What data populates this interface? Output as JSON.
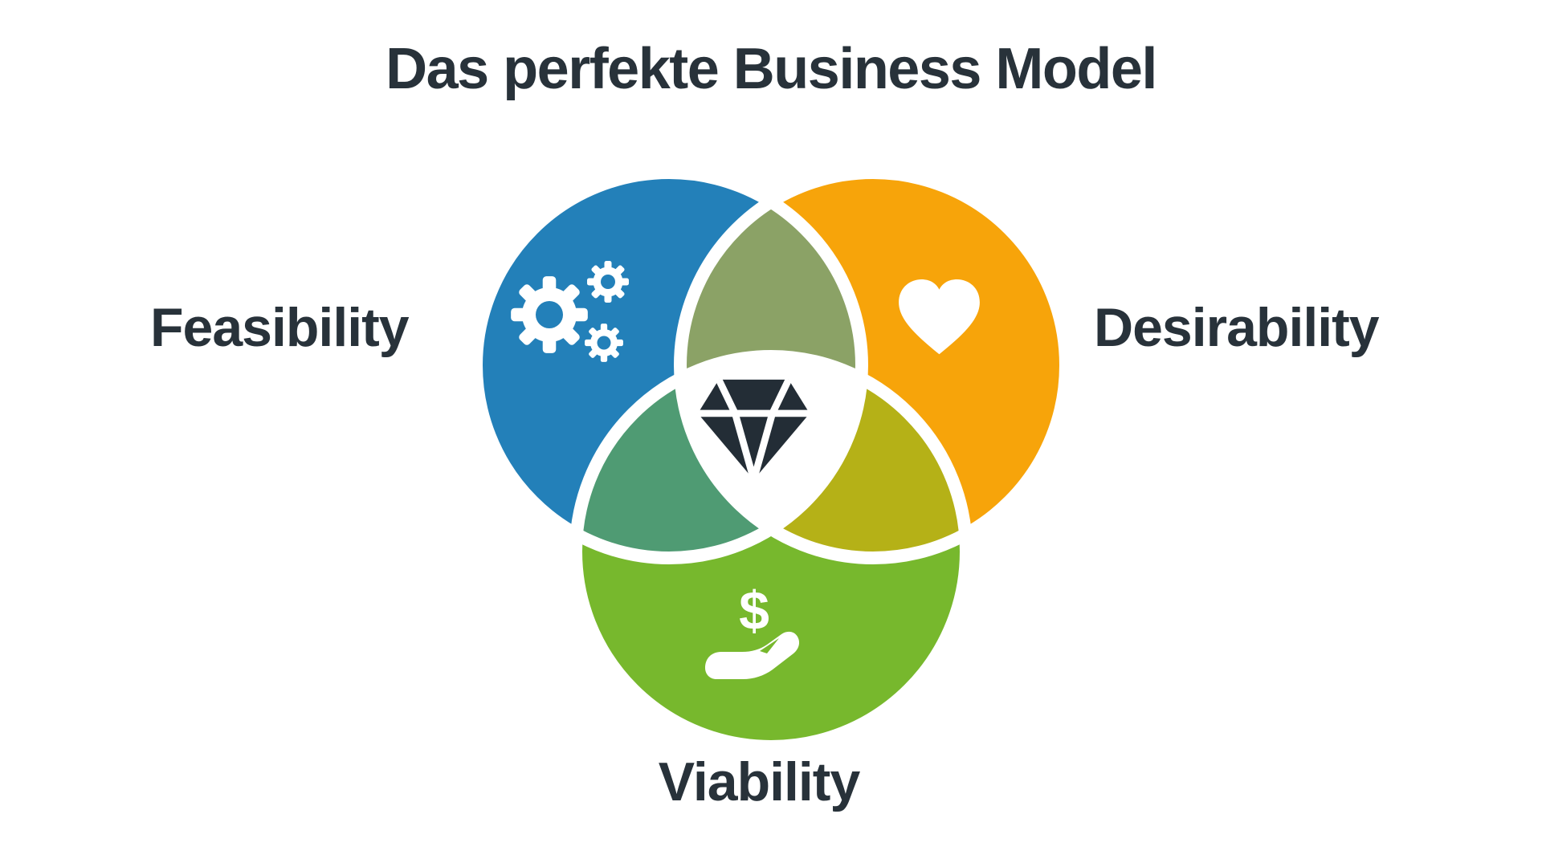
{
  "title": "Das perfekte Business Model",
  "circles": {
    "feasibility": {
      "label": "Feasibility",
      "icon": "gears-icon"
    },
    "desirability": {
      "label": "Desirability",
      "icon": "heart-icon"
    },
    "viability": {
      "label": "Viability",
      "icon": "hand-holding-dollar-icon",
      "currency_symbol": "$"
    },
    "center": {
      "icon": "diamond-icon"
    }
  },
  "colors": {
    "feasibility": "#2380B9",
    "desirability": "#F7A40A",
    "viability": "#77B82D",
    "overlap_feasibility_desirability": "#8BA266",
    "overlap_feasibility_viability": "#4F9B73",
    "overlap_desirability_viability": "#B5B117",
    "center": "#FFFFFF",
    "icons": "#FFFFFF",
    "diamond": "#232D36",
    "text": "#28323A",
    "background": "#FFFFFF"
  }
}
